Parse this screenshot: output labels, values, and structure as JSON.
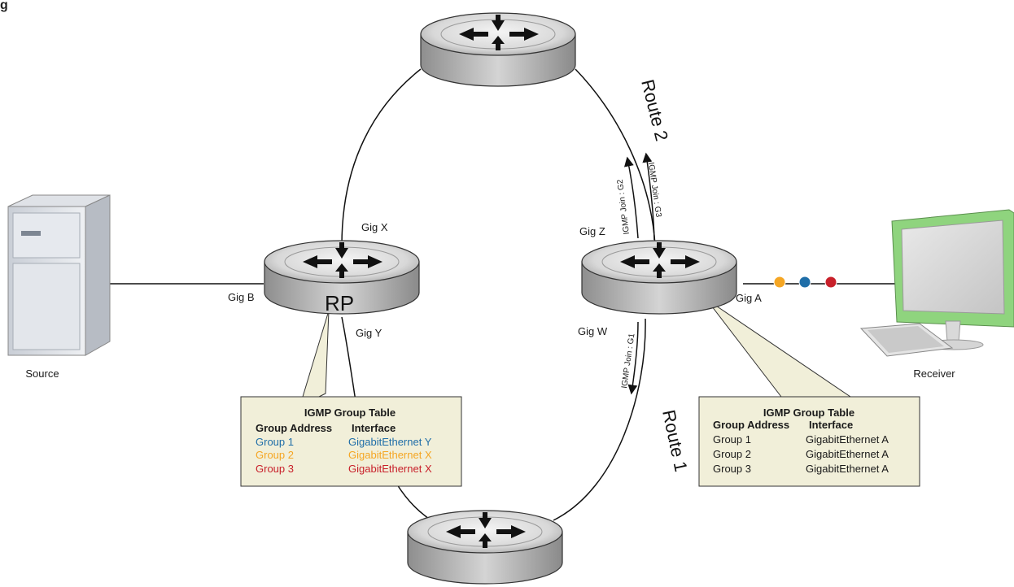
{
  "header": {
    "title": "g"
  },
  "colors": {
    "group1": "#1f6ea8",
    "group2": "#f5a623",
    "group3": "#c8202a",
    "callout_fill": "#f1efd9",
    "receiver_frame": "#8fd47e"
  },
  "nodes": {
    "source": {
      "label": "Source",
      "icon": "server-icon"
    },
    "receiver": {
      "label": "Receiver",
      "icon": "monitor-icon"
    },
    "rp_router": {
      "label": "RP",
      "icon": "router-icon"
    },
    "right_router": {
      "icon": "router-icon"
    },
    "top_router": {
      "icon": "router-icon"
    },
    "bottom_router": {
      "icon": "router-icon"
    }
  },
  "interfaces": {
    "gig_x": "Gig X",
    "gig_b": "Gig B",
    "gig_y": "Gig Y",
    "gig_z": "Gig Z",
    "gig_a": "Gig A",
    "gig_w": "Gig W"
  },
  "routes": {
    "route1": "Route 1",
    "route2": "Route 2"
  },
  "joins": {
    "g1": "IGMP Join : G1",
    "g2": "IGMP Join : G2",
    "g3": "IGMP Join : G3"
  },
  "rp_table": {
    "title": "IGMP Group Table",
    "headers": [
      "Group Address",
      "Interface"
    ],
    "rows": [
      {
        "group": "Group 1",
        "interface": "GigabitEthernet Y"
      },
      {
        "group": "Group 2",
        "interface": "GigabitEthernet X"
      },
      {
        "group": "Group 3",
        "interface": "GigabitEthernet X"
      }
    ]
  },
  "receiver_table": {
    "title": "IGMP Group Table",
    "headers": [
      "Group Address",
      "Interface"
    ],
    "rows": [
      {
        "group": "Group 1",
        "interface": "GigabitEthernet A"
      },
      {
        "group": "Group 2",
        "interface": "GigabitEthernet A"
      },
      {
        "group": "Group 3",
        "interface": "GigabitEthernet A"
      }
    ]
  }
}
